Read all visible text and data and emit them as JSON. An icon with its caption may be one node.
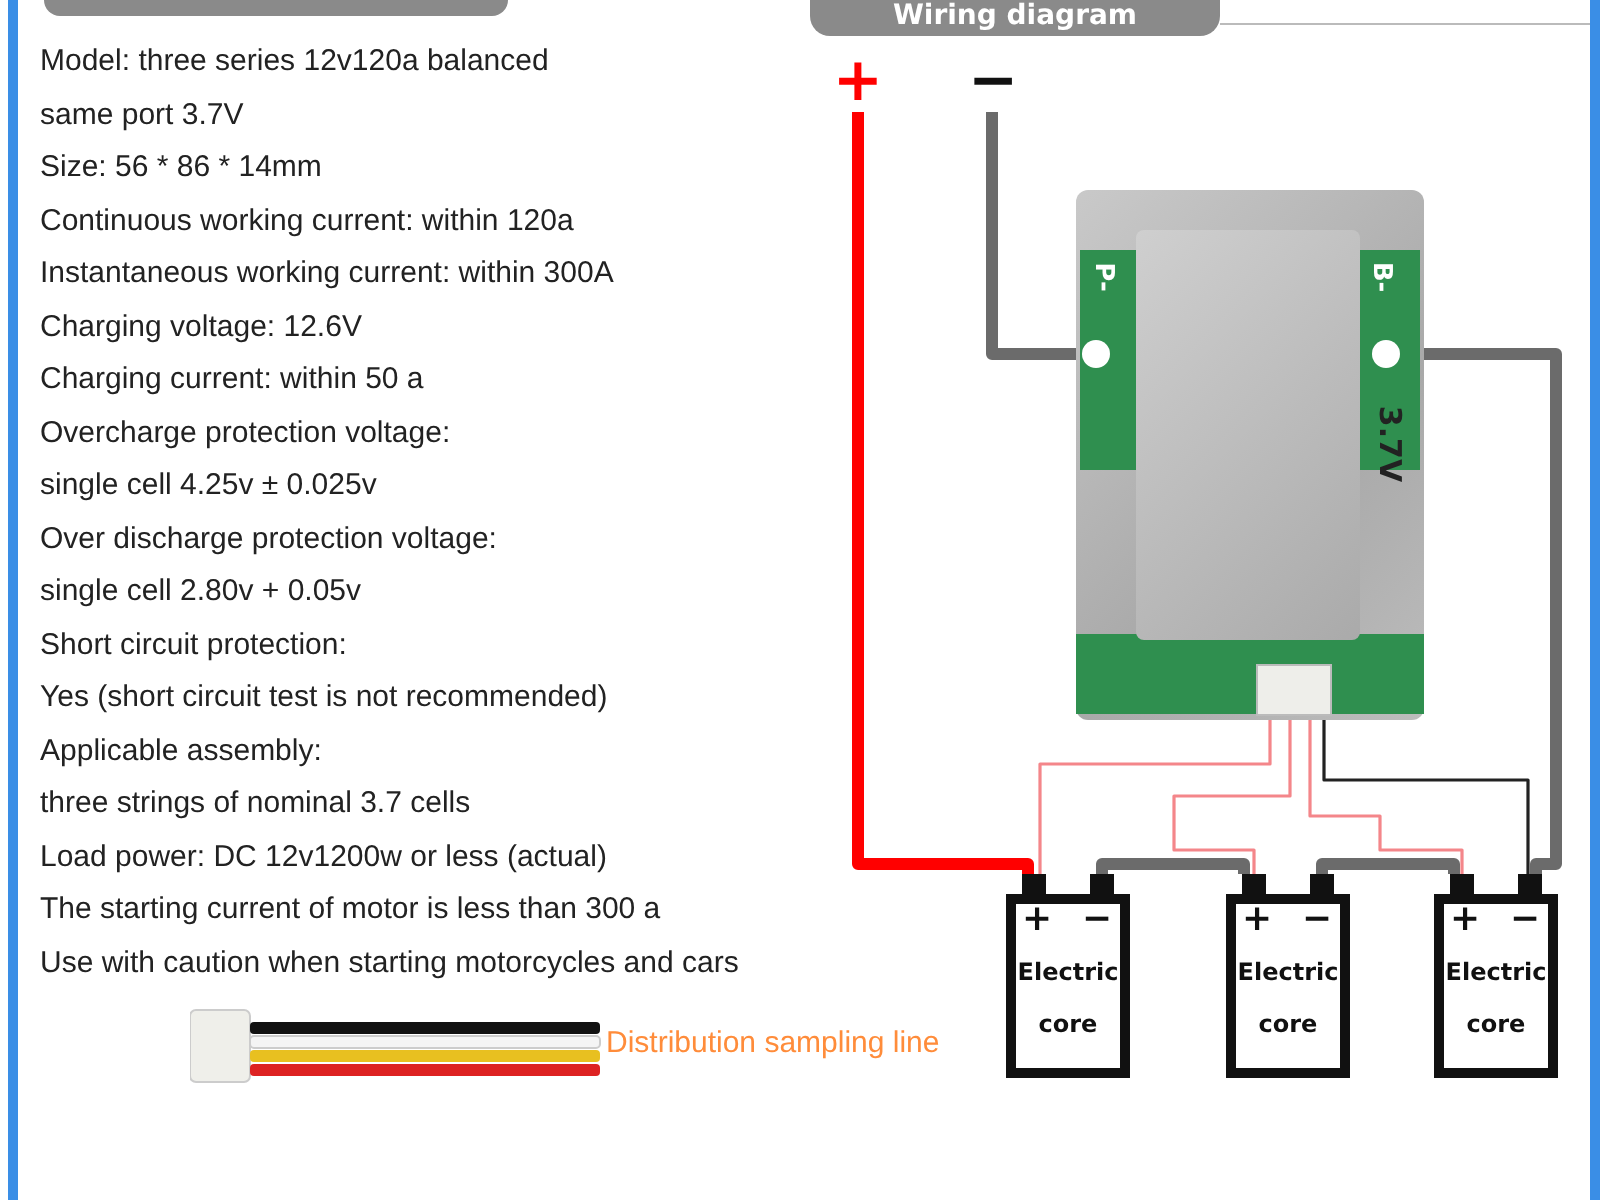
{
  "diagram": {
    "nodes": [
      {
        "text": [
          "+"
        ]
      },
      {
        "text": [
          "−"
        ]
      },
      {
        "text": [
          "P-",
          "B-",
          "3.7V"
        ]
      },
      {
        "text": [
          "+",
          "−",
          "Electric core"
        ]
      },
      {
        "text": [
          "+",
          "−",
          "Electric core"
        ]
      },
      {
        "text": [
          "+",
          "−",
          "Electric core"
        ]
      }
    ],
    "edges": [
      {
        "from": 0,
        "to": 3,
        "arrow": "none",
        "color": "#ff0000"
      },
      {
        "from": 1,
        "to": 2,
        "arrow": "none"
      },
      {
        "from": 2,
        "to": 5,
        "arrow": "none"
      },
      {
        "from": 3,
        "to": 4,
        "arrow": "none"
      },
      {
        "from": 4,
        "to": 5,
        "arrow": "none"
      },
      {
        "from": 2,
        "to": 3,
        "arrow": "none",
        "color": "#f4868a"
      },
      {
        "from": 2,
        "to": 4,
        "arrow": "none",
        "color": "#f4868a"
      },
      {
        "from": 2,
        "to": 5,
        "arrow": "none",
        "color": "#f4868a"
      },
      {
        "from": 2,
        "to": 5,
        "arrow": "none",
        "color": "#222222"
      }
    ],
    "labels": [
      "Wiring diagram",
      "Model: three series 12v120a balanced",
      "same port 3.7V",
      "Size: 56 * 86 * 14mm",
      "Continuous working current: within 120a",
      "Instantaneous working current: within 300A",
      "Charging voltage: 12.6V",
      "Charging current: within 50 a",
      "Overcharge protection voltage:",
      "single cell 4.25v ± 0.025v",
      "Over discharge protection voltage:",
      "single cell 2.80v + 0.05v",
      "Short circuit protection:",
      "Yes (short circuit test is not recommended)",
      "Applicable assembly:",
      "three strings of nominal 3.7 cells",
      "Load power: DC 12v1200w or less (actual)",
      "The starting current of motor is less than 300 a",
      "Use with caution when starting motorcycles and cars",
      "Distribution sampling line"
    ]
  }
}
